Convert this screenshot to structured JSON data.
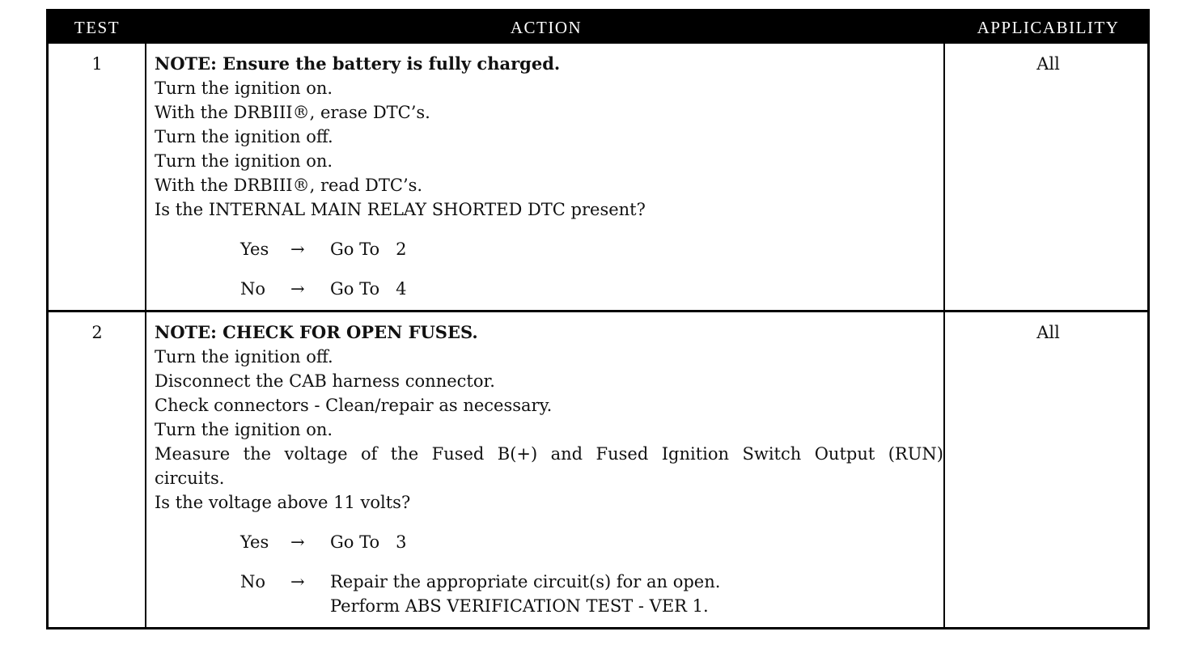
{
  "header": {
    "test": "TEST",
    "action": "ACTION",
    "applicability": "APPLICABILITY"
  },
  "arrow": "→",
  "rows": [
    {
      "test": "1",
      "applicability": "All",
      "note": "NOTE: Ensure the battery is fully charged.",
      "steps": [
        "Turn the ignition on.",
        "With the DRBIII®, erase DTC’s.",
        "Turn the ignition off.",
        "Turn the ignition on.",
        "With the DRBIII®, read DTC’s.",
        "Is the INTERNAL MAIN RELAY SHORTED DTC present?"
      ],
      "yes": {
        "label": "Yes",
        "result": "Go To   2"
      },
      "no": {
        "label": "No",
        "result": "Go To   4"
      }
    },
    {
      "test": "2",
      "applicability": "All",
      "note": "NOTE: CHECK FOR OPEN FUSES.",
      "steps": [
        "Turn the ignition off.",
        "Disconnect the CAB harness connector.",
        "Check connectors - Clean/repair as necessary.",
        "Turn the ignition on.",
        "Measure the voltage of the Fused B(+) and Fused Ignition Switch Output (RUN)",
        "circuits.",
        "Is the voltage above 11 volts?"
      ],
      "yes": {
        "label": "Yes",
        "result": "Go To   3"
      },
      "no": {
        "label": "No",
        "result": "Repair the appropriate circuit(s) for an open.",
        "result2": "Perform ABS VERIFICATION TEST - VER 1."
      }
    }
  ]
}
